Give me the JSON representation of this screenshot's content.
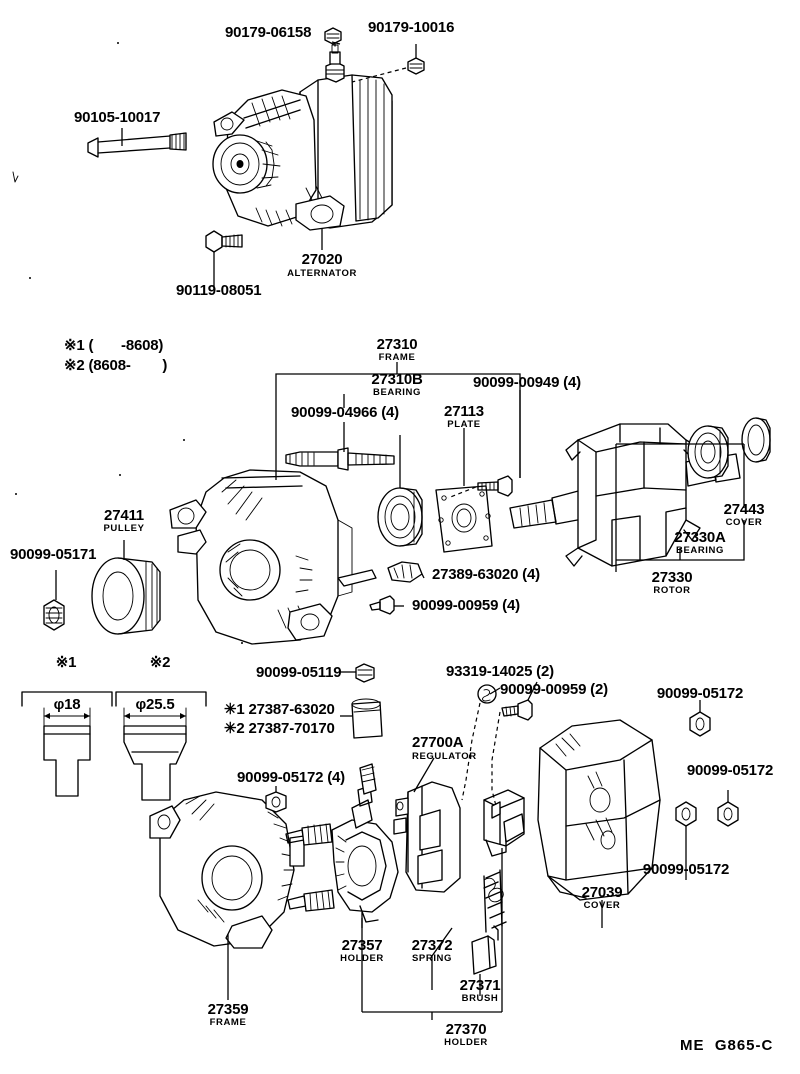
{
  "diagram": {
    "title": "Alternator exploded parts diagram",
    "footer_code": "ME  G865-C",
    "note_marks": {
      "mark1": "※1 (       -8608)",
      "mark2": "※2 (8608-        )"
    }
  },
  "section_assembly": {
    "callouts": [
      {
        "id": "c-90179-06158",
        "number": "90179-06158",
        "sub": ""
      },
      {
        "id": "c-90179-10016",
        "number": "90179-10016",
        "sub": ""
      },
      {
        "id": "c-90105-10017",
        "number": "90105-10017",
        "sub": ""
      },
      {
        "id": "c-90119-08051",
        "number": "90119-08051",
        "sub": ""
      },
      {
        "id": "c-27020",
        "number": "27020",
        "sub": "ALTERNATOR"
      }
    ]
  },
  "section_rotor": {
    "callouts": [
      {
        "id": "c-27310",
        "number": "27310",
        "sub": "FRAME"
      },
      {
        "id": "c-27310B",
        "number": "27310B",
        "sub": "BEARING"
      },
      {
        "id": "c-90099-04966",
        "number": "90099-04966 (4)",
        "sub": ""
      },
      {
        "id": "c-27113",
        "number": "27113",
        "sub": "PLATE"
      },
      {
        "id": "c-90099-00949",
        "number": "90099-00949 (4)",
        "sub": ""
      },
      {
        "id": "c-27411",
        "number": "27411",
        "sub": "PULLEY"
      },
      {
        "id": "c-90099-05171",
        "number": "90099-05171",
        "sub": ""
      },
      {
        "id": "c-27389-63020",
        "number": "27389-63020 (4)",
        "sub": ""
      },
      {
        "id": "c-90099-00959-4",
        "number": "90099-00959 (4)",
        "sub": ""
      },
      {
        "id": "c-27443",
        "number": "27443",
        "sub": "COVER"
      },
      {
        "id": "c-27330A",
        "number": "27330A",
        "sub": "BEARING"
      },
      {
        "id": "c-27330",
        "number": "27330",
        "sub": "ROTOR"
      }
    ]
  },
  "section_regulator": {
    "callouts": [
      {
        "id": "c-mark1-hdr",
        "number": "※1",
        "sub": ""
      },
      {
        "id": "c-mark2-hdr",
        "number": "※2",
        "sub": ""
      },
      {
        "id": "c-dim1",
        "number": "φ18",
        "sub": ""
      },
      {
        "id": "c-dim2",
        "number": "φ25.5",
        "sub": ""
      },
      {
        "id": "c-90099-05119",
        "number": "90099-05119",
        "sub": ""
      },
      {
        "id": "c-27387-63020",
        "number": "✳1 27387-63020",
        "sub": ""
      },
      {
        "id": "c-27387-70170",
        "number": "✳2 27387-70170",
        "sub": ""
      },
      {
        "id": "c-90099-05172-4",
        "number": "90099-05172 (4)",
        "sub": ""
      },
      {
        "id": "c-93319-14025",
        "number": "93319-14025 (2)",
        "sub": ""
      },
      {
        "id": "c-90099-00959-2",
        "number": "90099-00959 (2)",
        "sub": ""
      },
      {
        "id": "c-27700A",
        "number": "27700A",
        "sub": "REGULATOR"
      },
      {
        "id": "c-90099-05172-a",
        "number": "90099-05172",
        "sub": ""
      },
      {
        "id": "c-90099-05172-b",
        "number": "90099-05172",
        "sub": ""
      },
      {
        "id": "c-90099-05172-c",
        "number": "90099-05172",
        "sub": ""
      },
      {
        "id": "c-27039",
        "number": "27039",
        "sub": "COVER"
      },
      {
        "id": "c-27357",
        "number": "27357",
        "sub": "HOLDER"
      },
      {
        "id": "c-27359",
        "number": "27359",
        "sub": "FRAME"
      },
      {
        "id": "c-27372",
        "number": "27372",
        "sub": "SPRING"
      },
      {
        "id": "c-27371",
        "number": "27371",
        "sub": "BRUSH"
      },
      {
        "id": "c-27370",
        "number": "27370",
        "sub": "HOLDER"
      }
    ]
  }
}
